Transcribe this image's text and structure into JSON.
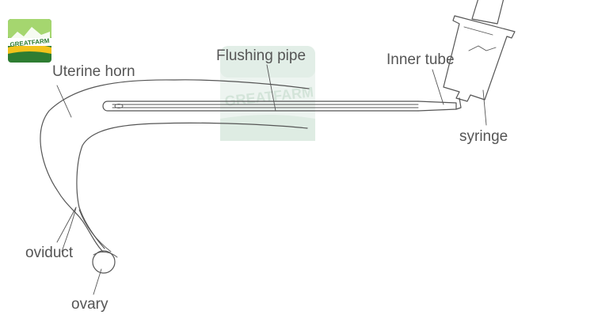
{
  "logo": {
    "text": "GREATFARM",
    "colors": {
      "green_dark": "#2e7d32",
      "green_light": "#8bc34a",
      "yellow": "#f2c21b"
    }
  },
  "watermark": {
    "text": "GREATFARM",
    "color": "#cfe3d6"
  },
  "labels": {
    "flushing_pipe": "Flushing pipe",
    "inner_tube": "Inner tube",
    "uterine_horn": "Uterine horn",
    "syringe": "syringe",
    "oviduct": "oviduct",
    "ovary": "ovary"
  },
  "colors": {
    "line": "#555555",
    "text": "#555555"
  }
}
